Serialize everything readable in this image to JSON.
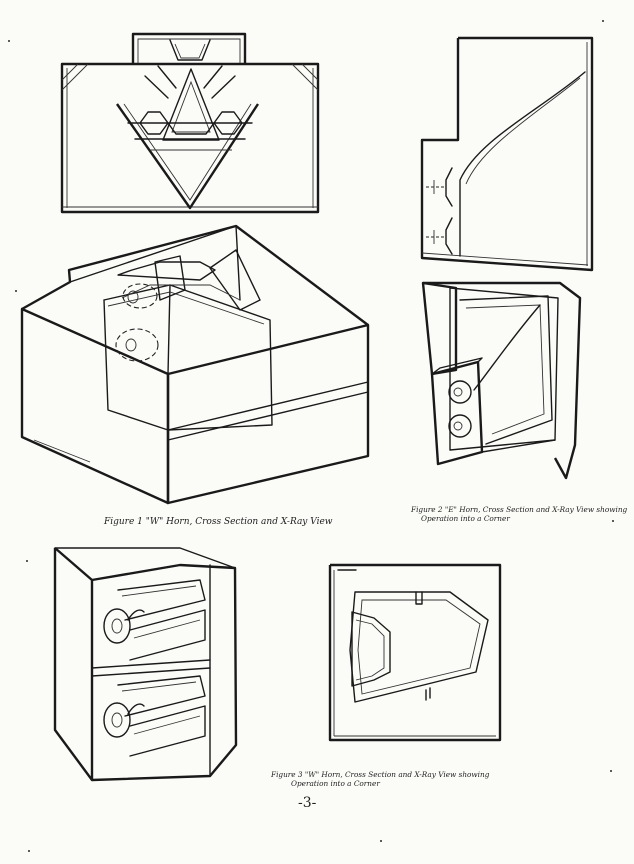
{
  "figures": [
    {
      "id": "figure-1",
      "caption": "Figure 1  \"W\" Horn, Cross Section and X-Ray View"
    },
    {
      "id": "figure-2",
      "caption_line1": "Figure 2  \"E\" Horn, Cross Section and X-Ray View showing",
      "caption_line2": "Operation into a Corner"
    },
    {
      "id": "figure-3",
      "caption_line1": "Figure 3  \"W\" Horn, Cross Section and X-Ray View showing",
      "caption_line2": "Operation into a Corner"
    }
  ],
  "page_number": "-3-",
  "colors": {
    "ink": "#1a1a1a",
    "paper": "#fbfbf8"
  }
}
